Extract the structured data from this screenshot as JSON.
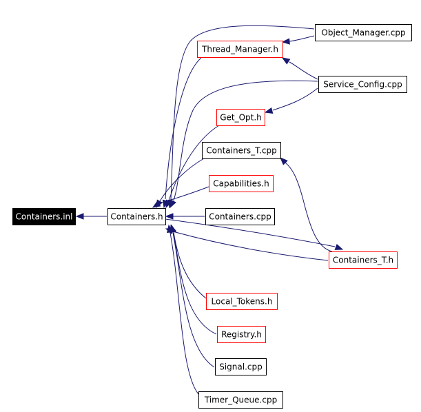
{
  "colors": {
    "edge": "#191970",
    "normal_border": "#000000",
    "missing_border": "#ff0000",
    "root_fill": "#000000",
    "root_text": "#ffffff",
    "node_fill": "#ffffff",
    "node_text": "#000000"
  },
  "nodes": [
    {
      "id": "containers_inl",
      "label": "Containers.inl",
      "style": "root"
    },
    {
      "id": "containers_h",
      "label": "Containers.h",
      "style": "normal"
    },
    {
      "id": "object_manager_cpp",
      "label": "Object_Manager.cpp",
      "style": "normal"
    },
    {
      "id": "thread_manager_h",
      "label": "Thread_Manager.h",
      "style": "missing"
    },
    {
      "id": "service_config_cpp",
      "label": "Service_Config.cpp",
      "style": "normal"
    },
    {
      "id": "get_opt_h",
      "label": "Get_Opt.h",
      "style": "missing"
    },
    {
      "id": "containers_t_cpp",
      "label": "Containers_T.cpp",
      "style": "normal"
    },
    {
      "id": "capabilities_h",
      "label": "Capabilities.h",
      "style": "missing"
    },
    {
      "id": "containers_cpp",
      "label": "Containers.cpp",
      "style": "normal"
    },
    {
      "id": "containers_t_h",
      "label": "Containers_T.h",
      "style": "missing"
    },
    {
      "id": "local_tokens_h",
      "label": "Local_Tokens.h",
      "style": "missing"
    },
    {
      "id": "registry_h",
      "label": "Registry.h",
      "style": "missing"
    },
    {
      "id": "signal_cpp",
      "label": "Signal.cpp",
      "style": "normal"
    },
    {
      "id": "timer_queue_cpp",
      "label": "Timer_Queue.cpp",
      "style": "normal"
    }
  ],
  "edges": [
    {
      "from": "containers_h",
      "to": "containers_inl"
    },
    {
      "from": "object_manager_cpp",
      "to": "containers_h"
    },
    {
      "from": "object_manager_cpp",
      "to": "thread_manager_h"
    },
    {
      "from": "thread_manager_h",
      "to": "containers_h"
    },
    {
      "from": "service_config_cpp",
      "to": "containers_h"
    },
    {
      "from": "service_config_cpp",
      "to": "thread_manager_h"
    },
    {
      "from": "service_config_cpp",
      "to": "get_opt_h"
    },
    {
      "from": "get_opt_h",
      "to": "containers_h"
    },
    {
      "from": "containers_t_cpp",
      "to": "containers_h"
    },
    {
      "from": "capabilities_h",
      "to": "containers_h"
    },
    {
      "from": "containers_cpp",
      "to": "containers_h"
    },
    {
      "from": "containers_h",
      "to": "containers_t_h"
    },
    {
      "from": "containers_t_h",
      "to": "containers_h"
    },
    {
      "from": "containers_t_h",
      "to": "containers_t_cpp"
    },
    {
      "from": "local_tokens_h",
      "to": "containers_h"
    },
    {
      "from": "registry_h",
      "to": "containers_h"
    },
    {
      "from": "signal_cpp",
      "to": "containers_h"
    },
    {
      "from": "timer_queue_cpp",
      "to": "containers_h"
    }
  ]
}
